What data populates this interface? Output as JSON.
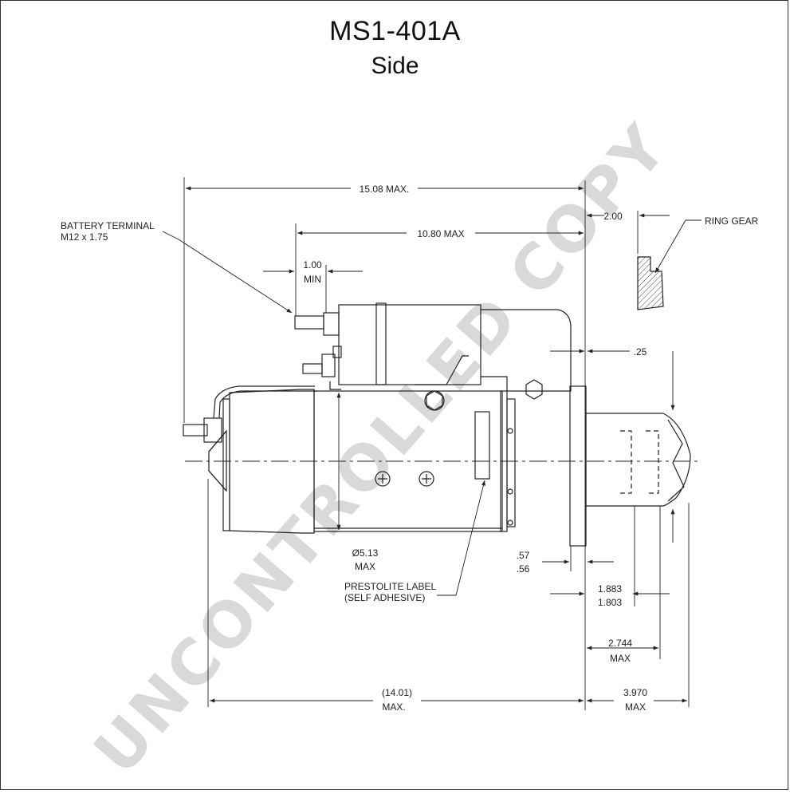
{
  "title": "MS1-401A",
  "subtitle": "Side",
  "watermark": "UNCONTROLLED COPY",
  "dimensions": {
    "overall_length": "15.08 MAX.",
    "solenoid_length": "10.80 MAX",
    "terminal_offset_top": "1.00",
    "terminal_offset_bottom": "MIN",
    "ring_gear_gap": "2.00",
    "pinion_gap": ".25",
    "diameter_top": "Ø5.13",
    "diameter_bottom": "MAX",
    "flange_top": ".57",
    "flange_bottom": ".56",
    "pinion_len_top": "1.883",
    "pinion_len_bottom": "1.803",
    "nose_len_top": "2.744",
    "nose_len_bottom": "MAX",
    "body_len_top": "(14.01)",
    "body_len_bottom": "MAX.",
    "nose_total_top": "3.970",
    "nose_total_bottom": "MAX"
  },
  "labels": {
    "battery_line1": "BATTERY TERMINAL",
    "battery_line2": "M12 x 1.75",
    "ring_gear": "RING GEAR",
    "label_line1": "PRESTOLITE LABEL",
    "label_line2": "(SELF ADHESIVE)"
  }
}
